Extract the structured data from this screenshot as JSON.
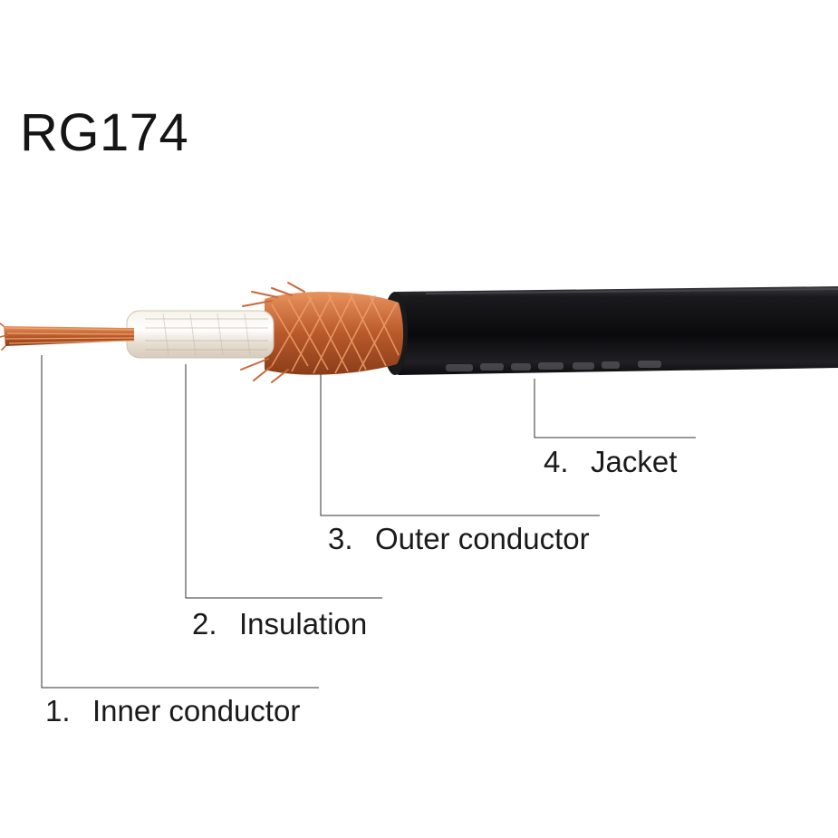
{
  "title": "RG174",
  "labels": [
    {
      "number": "1.",
      "text": "Inner conductor"
    },
    {
      "number": "2.",
      "text": "Insulation"
    },
    {
      "number": "3.",
      "text": "Outer conductor"
    },
    {
      "number": "4.",
      "text": "Jacket"
    }
  ],
  "colors": {
    "copper": "#c8683a",
    "jacket": "#0d0d0f",
    "insulation": "#ece6dc",
    "leader_line": "#333333"
  }
}
